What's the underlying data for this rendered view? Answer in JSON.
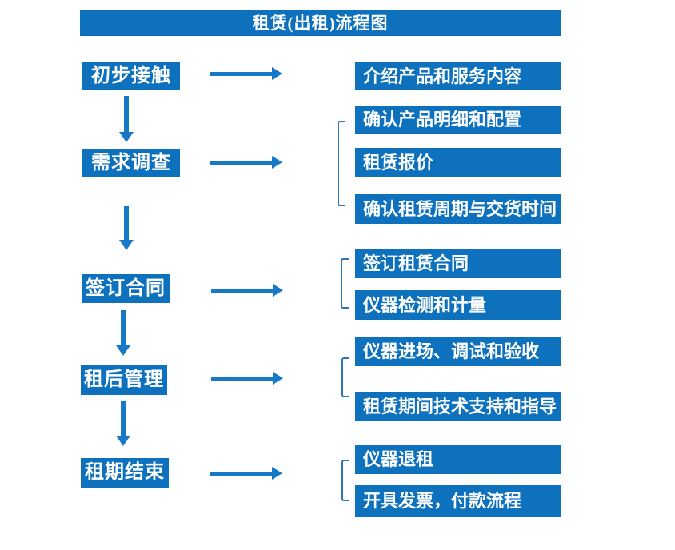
{
  "title": "租赁(出租)流程图",
  "colors": {
    "box_blue": "#0e71be",
    "arrow_blue": "#1878c8",
    "bracket_blue": "#2e75b6",
    "text": "#ffffff",
    "background": "#ffffff"
  },
  "flow": {
    "steps": [
      {
        "label": "初步接触",
        "details": [
          "介绍产品和服务内容"
        ]
      },
      {
        "label": "需求调查",
        "details": [
          "确认产品明细和配置",
          "租赁报价",
          "确认租赁周期与交货时间"
        ]
      },
      {
        "label": "签订合同",
        "details": [
          "签订租赁合同",
          "仪器检测和计量"
        ]
      },
      {
        "label": "租后管理",
        "details": [
          "仪器进场、调试和验收",
          "租赁期间技术支持和指导"
        ]
      },
      {
        "label": "租期结束",
        "details": [
          "仪器退租",
          "开具发票，付款流程"
        ]
      }
    ]
  }
}
